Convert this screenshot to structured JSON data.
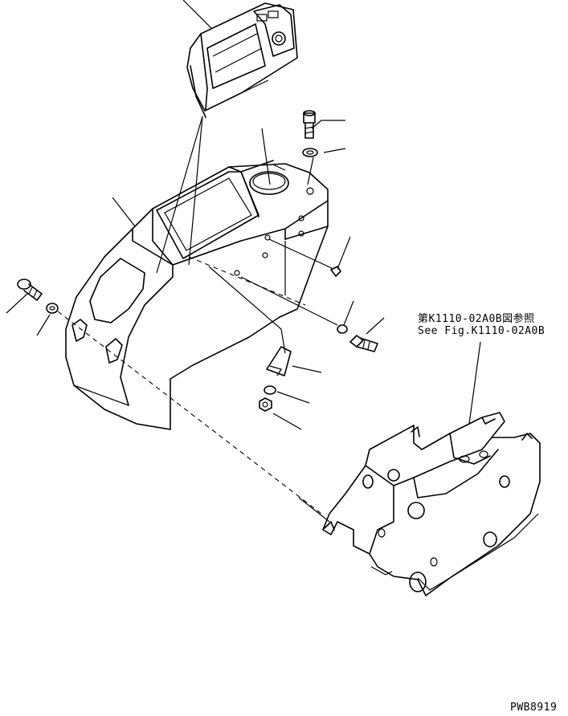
{
  "diagram": {
    "reference_note_jp": "第K1110-02A0B図参照",
    "reference_note_en": "See Fig.K1110-02A0B",
    "drawing_code": "PWB8919"
  }
}
